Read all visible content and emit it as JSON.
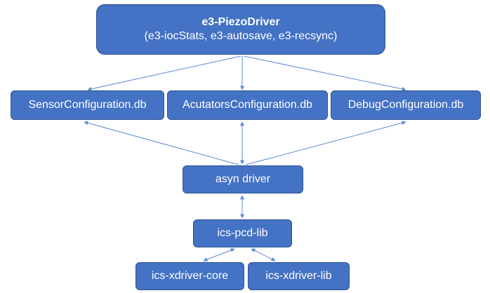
{
  "colors": {
    "box_fill": "#4472c4",
    "box_border": "#2f528f",
    "text": "#ffffff",
    "arrow": "#5b8ad6"
  },
  "top_box": {
    "title": "e3-PiezoDriver",
    "subtitle": "(e3-iocStats, e3-autosave, e3-recsync)"
  },
  "config_boxes": {
    "sensor": "SensorConfiguration.db",
    "actuators": "AcutatorsConfiguration.db",
    "debug": "DebugConfiguration.db"
  },
  "asyn_box": "asyn driver",
  "pcd_box": "ics-pcd-lib",
  "xdriver_core_box": "ics-xdriver-core",
  "xdriver_lib_box": "ics-xdriver-lib"
}
